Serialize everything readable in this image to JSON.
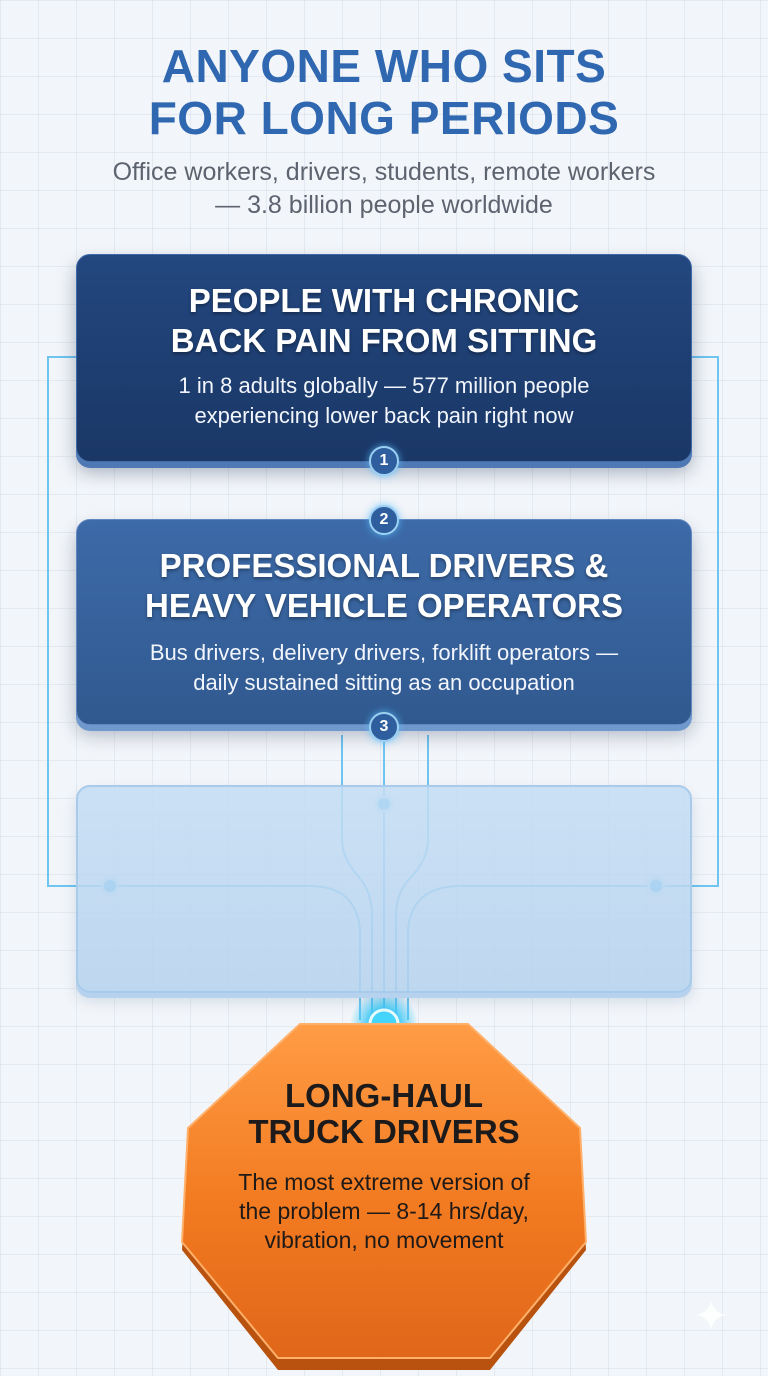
{
  "header": {
    "title_line1": "ANYONE WHO SITS",
    "title_line2": "FOR LONG PERIODS",
    "subtitle_line1": "Office workers, drivers, students, remote workers",
    "subtitle_line2": "— 3.8 billion people worldwide"
  },
  "tiers": [
    {
      "heading_line1": "PEOPLE WITH CHRONIC",
      "heading_line2": "BACK PAIN FROM SITTING",
      "desc_line1": "1 in 8 adults globally — 577 million people",
      "desc_line2": "experiencing lower back pain right now"
    },
    {
      "heading_line1": "PROFESSIONAL DRIVERS &",
      "heading_line2": "HEAVY VEHICLE OPERATORS",
      "desc_line1": "Bus drivers, delivery drivers, forklift operators —",
      "desc_line2": "daily sustained sitting as an occupation"
    }
  ],
  "badges": [
    "1",
    "2",
    "3"
  ],
  "core": {
    "heading_line1": "LONG-HAUL",
    "heading_line2": "TRUCK DRIVERS",
    "desc_line1": "The most extreme version of",
    "desc_line2": "the problem — 8-14 hrs/day,",
    "desc_line3": "vibration, no movement"
  },
  "colors": {
    "title": "#2f67b0",
    "tier1": "#1f3f73",
    "tier2": "#36629c",
    "tier3": "#bcd8f2",
    "core": "#f07a22",
    "connector": "#6fc4f0"
  },
  "icons": {
    "sparkle": "sparkle-icon"
  }
}
